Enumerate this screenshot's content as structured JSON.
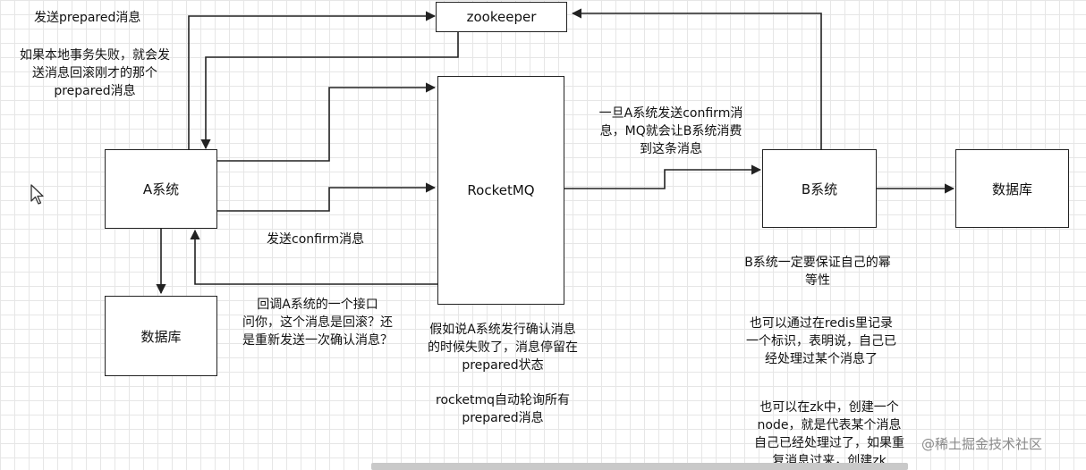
{
  "nodes": {
    "zookeeper": "zookeeper",
    "a_system": "A系统",
    "rocketmq": "RocketMQ",
    "b_system": "B系统",
    "db_b": "数据库",
    "db_a": "数据库"
  },
  "notes": {
    "send_prepared": "发送prepared消息",
    "rollback_line1": "如果本地事务失败，就会发",
    "rollback_line2": "送消息回滚刚才的那个",
    "rollback_line3": "prepared消息",
    "confirm_line1": "一旦A系统发送confirm消",
    "confirm_line2": "息，MQ就会让B系统消费",
    "confirm_line3": "到这条消息",
    "send_confirm": "发送confirm消息",
    "callback_line1": "回调A系统的一个接口",
    "callback_line2": "问你，这个消息是回滚？还",
    "callback_line3": "是重新发送一次确认消息？",
    "fail_line1": "假如说A系统发行确认消息",
    "fail_line2": "的时候失败了，消息停留在",
    "fail_line3": "prepared状态",
    "poll_line1": "rocketmq自动轮询所有",
    "poll_line2": "prepared消息",
    "idem_line1": "B系统一定要保证自己的幂",
    "idem_line2": "等性",
    "redis_line1": "也可以通过在redis里记录",
    "redis_line2": "一个标识，表明说，自己已",
    "redis_line3": "经处理过某个消息了",
    "zk_line1": "也可以在zk中，创建一个",
    "zk_line2": "node，就是代表某个消息",
    "zk_line3": "自己已经处理过了，如果重",
    "zk_line4": "复消息过来，创建zk"
  },
  "watermark": "@稀土掘金技术社区",
  "colors": {
    "line": "#222222",
    "grid": "#e6e6e6",
    "watermark": "#8a8a8a"
  }
}
